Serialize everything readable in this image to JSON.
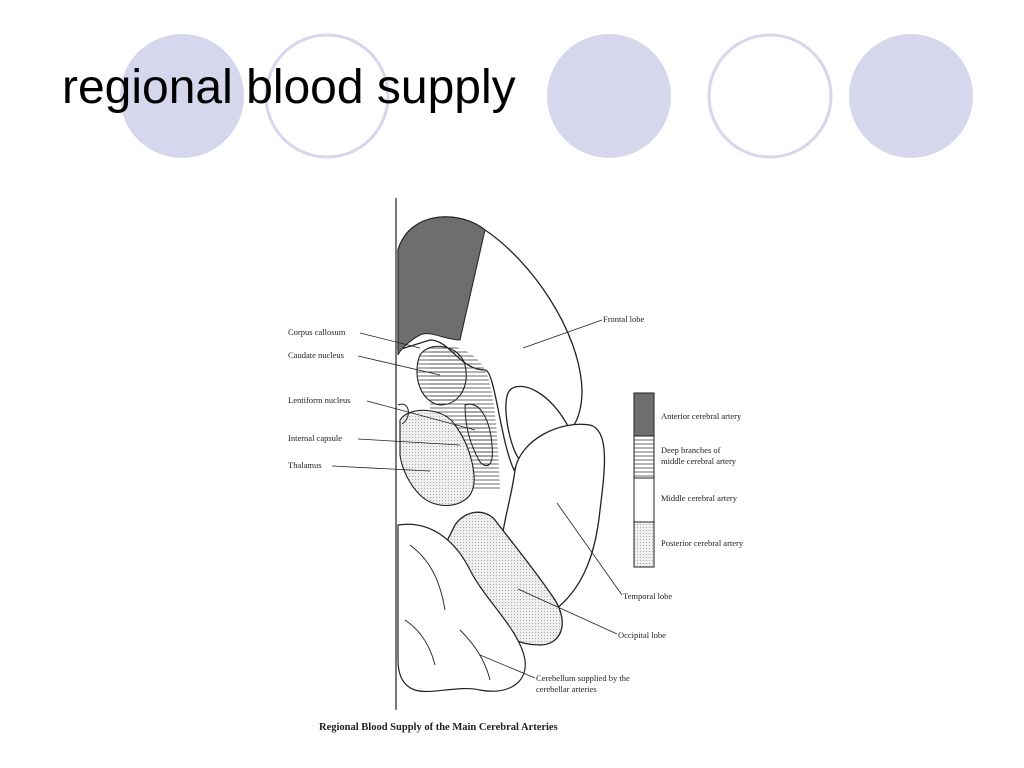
{
  "slide": {
    "title": "regional blood supply"
  },
  "colors": {
    "circle_fill": "#d6d6ec",
    "circle_stroke": "#d6d6ec",
    "anterior_fill": "#6e6e6e",
    "posterior_fill": "#e2e2e2"
  },
  "diagram": {
    "caption": "Regional Blood Supply of the Main Cerebral Arteries",
    "labels": {
      "corpus_callosum": "Corpus callosum",
      "caudate_nucleus": "Caudate nucleus",
      "lentiform_nucleus": "Lentiform nucleus",
      "internal_capsule": "Internal capsule",
      "thalamus": "Thalamus",
      "frontal_lobe": "Frontal lobe",
      "temporal_lobe": "Temporal lobe",
      "occipital_lobe": "Occipital lobe",
      "cerebellum_line1": "Cerebellum supplied by the",
      "cerebellum_line2": "cerebellar arteries"
    },
    "legend": {
      "anterior": "Anterior cerebral artery",
      "deep_line1": "Deep branches of",
      "deep_line2": "middle cerebral artery",
      "middle": "Middle cerebral artery",
      "posterior": "Posterior cerebral artery"
    }
  }
}
